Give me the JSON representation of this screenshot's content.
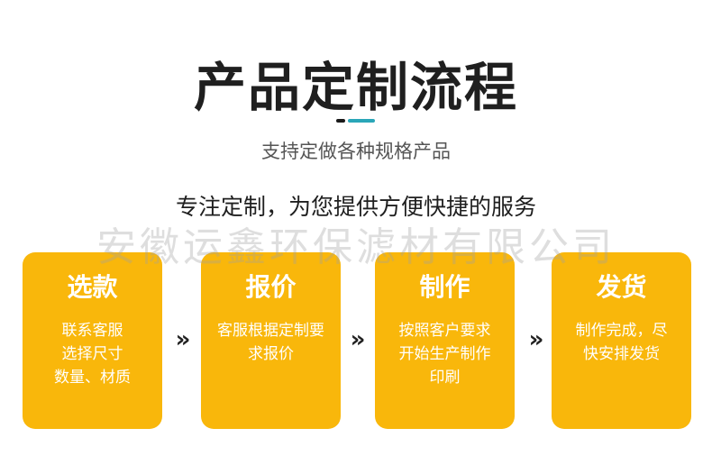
{
  "title": "产品定制流程",
  "subtitle": "支持定做各种规格产品",
  "tagline": "专注定制，为您提供方便快捷的服务",
  "watermark": "安徽运鑫环保滤材有限公司",
  "colors": {
    "card": "#f9b70b",
    "accent_teal": "#2aa6b8",
    "accent_dark": "#1a1a1a"
  },
  "arrow_icon": "double-chevron-right",
  "steps": [
    {
      "title": "选款",
      "desc_lines": [
        "联系客服",
        "选择尺寸",
        "数量、材质"
      ]
    },
    {
      "title": "报价",
      "desc_lines": [
        "客服根据定制要",
        "求报价"
      ]
    },
    {
      "title": "制作",
      "desc_lines": [
        "按照客户要求",
        "开始生产制作",
        "印刷"
      ]
    },
    {
      "title": "发货",
      "desc_lines": [
        "制作完成，尽",
        "快安排发货"
      ]
    }
  ]
}
